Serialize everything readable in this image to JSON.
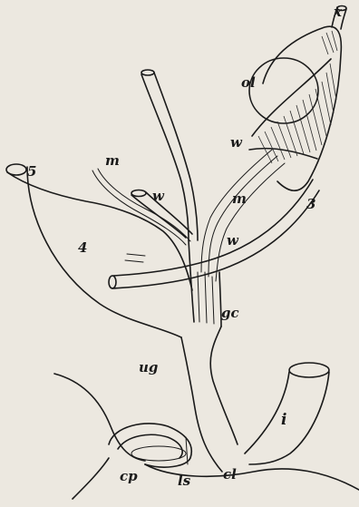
{
  "labels": {
    "x": "x",
    "ol": "ol",
    "w_top": "w",
    "m_left": "m",
    "w_left": "w",
    "five": "5",
    "m_mid": "m",
    "three": "3",
    "w_mid": "w",
    "four": "4",
    "gc": "gc",
    "ug": "ug",
    "i": "i",
    "cp": "cp",
    "cl": "cl",
    "ls": "ls"
  }
}
